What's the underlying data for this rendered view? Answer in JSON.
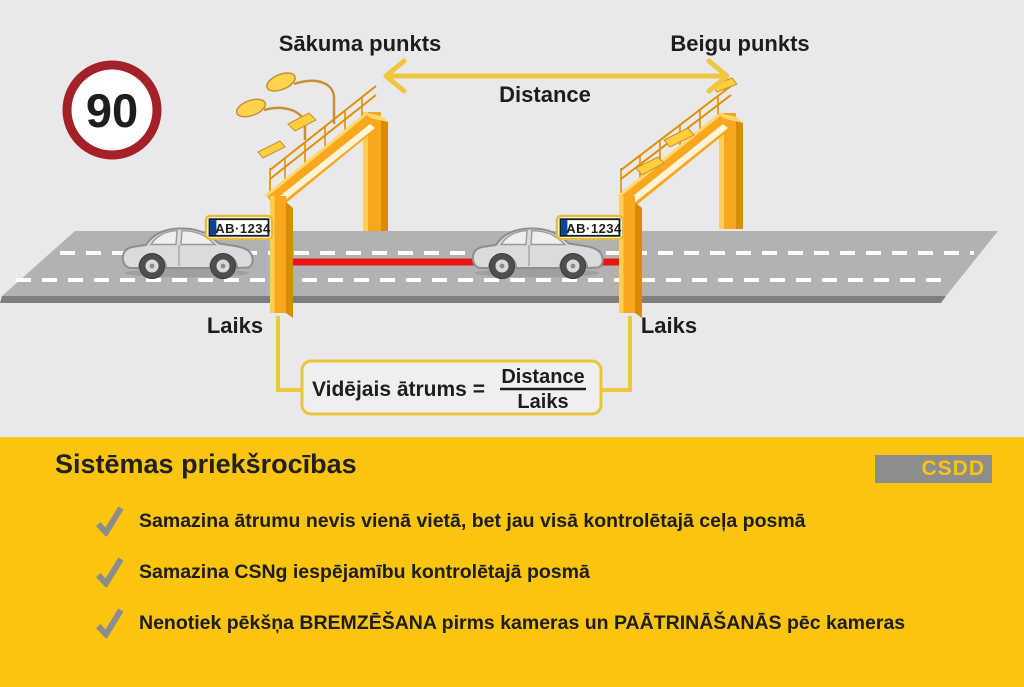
{
  "scene": {
    "speed_limit": "90",
    "start_label": "Sākuma punkts",
    "end_label": "Beigu punkts",
    "distance_label": "Distance",
    "time_label_left": "Laiks",
    "time_label_right": "Laiks",
    "plate_left": "AB·1234",
    "plate_right": "AB·1234",
    "formula": {
      "lhs": "Vidējais ātrums =",
      "numerator": "Distance",
      "denominator": "Laiks"
    }
  },
  "panel": {
    "heading": "Sistēmas priekšrocības",
    "logo_text": "CSDD",
    "bullets": [
      "Samazina ātrumu nevis vienā vietā, bet jau visā kontrolētajā ceļa posmā",
      "Samazina CSNg iespējamību kontrolētajā posmā",
      "Nenotiek pēkšņa BREMZĒŠANA pirms kameras un PAĀTRINĀŠANĀS pēc kameras"
    ]
  },
  "colors": {
    "panel_yellow": "#FBC40E",
    "scene_background": "#E9E9EB",
    "road_gray": "#B2B2B4",
    "road_edge_dark": "#7E7E81",
    "structure_orange": "#F9A81E",
    "structure_light": "#FFCE55",
    "structure_cream": "#FFF3D8",
    "structure_dark": "#D88C00",
    "accent_arrow_yellow": "#EFC63E",
    "measured_line_red": "#E81515",
    "sign_ring_red": "#A32127",
    "text_dark": "#1D1D1B",
    "check_gray": "#8C8C8C",
    "logo_gray": "#8D8D8D",
    "plate_blue": "#00459E"
  }
}
